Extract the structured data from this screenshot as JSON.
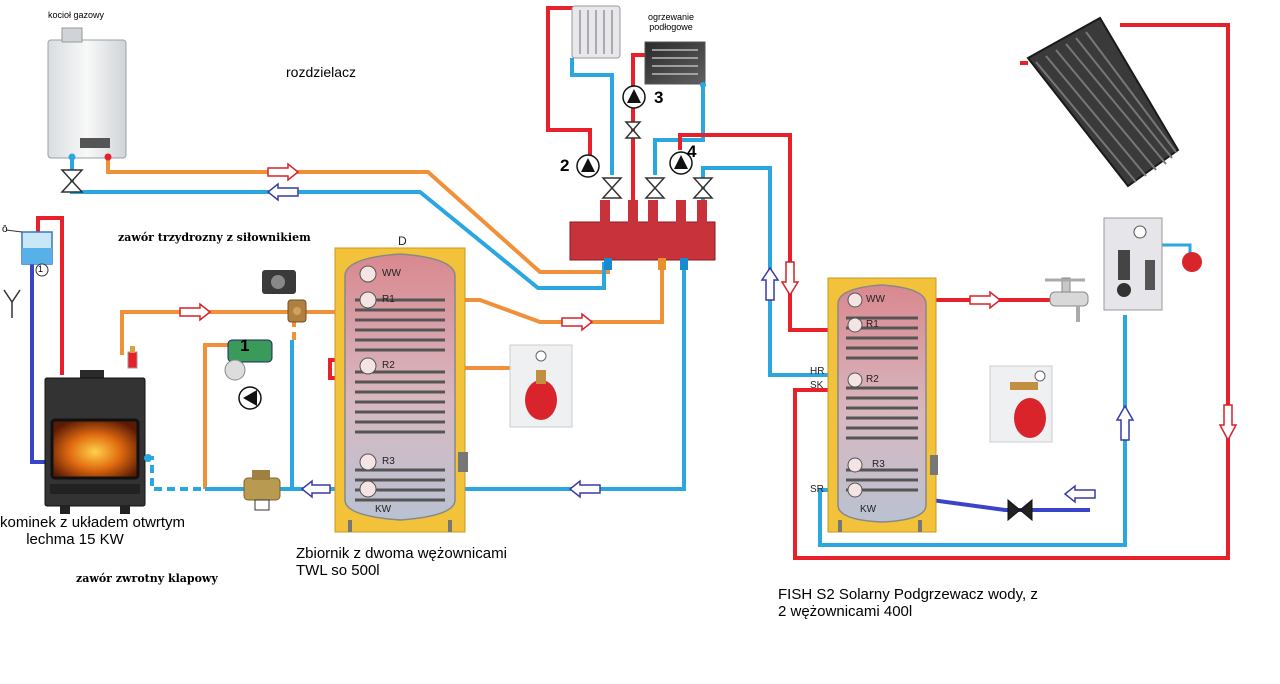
{
  "labels": {
    "gas_boiler": "kocioł gazowy",
    "floor_heating": [
      "ogrzewanie",
      "podłogowe"
    ],
    "manifold": "rozdzielacz",
    "three_way_valve": "zawór trzydrozny z siłownikiem",
    "fireplace": [
      "kominek z układem otwrtym",
      "lechma 15 KW"
    ],
    "check_valve": "zawór zwrotny klapowy",
    "tank1": [
      "Zbiornik z dwoma wężownicami",
      "TWL so 500l"
    ],
    "tank2": [
      "FISH S2 Solarny Podgrzewacz wody, z",
      "2 wężownicami  400l"
    ]
  },
  "tank1_ports": {
    "top": "D",
    "ww": "WW",
    "r1": "R1",
    "r2": "R2",
    "r3": "R3",
    "kw": "KW"
  },
  "tank2_ports": {
    "ww": "WW",
    "r1": "R1",
    "r2": "R2",
    "r3": "R3",
    "kw": "KW",
    "hr": "HR",
    "sk": "SK",
    "sr": "SR"
  },
  "pumps": {
    "p1": "1",
    "p2": "2",
    "p3": "3",
    "p4": "4"
  },
  "small_marks": {
    "vessel_gauge": "1",
    "vent": "ō"
  },
  "colors": {
    "hot": "#e8202a",
    "return": "#2aa6e0",
    "boiler_circuit": "#f0913a",
    "cold_return": "#3845c8",
    "manifold": "#c8323a",
    "tank_frame": "#f2c23a",
    "arrow_hot": "#d8202a",
    "arrow_cold": "#3a3aa8"
  }
}
